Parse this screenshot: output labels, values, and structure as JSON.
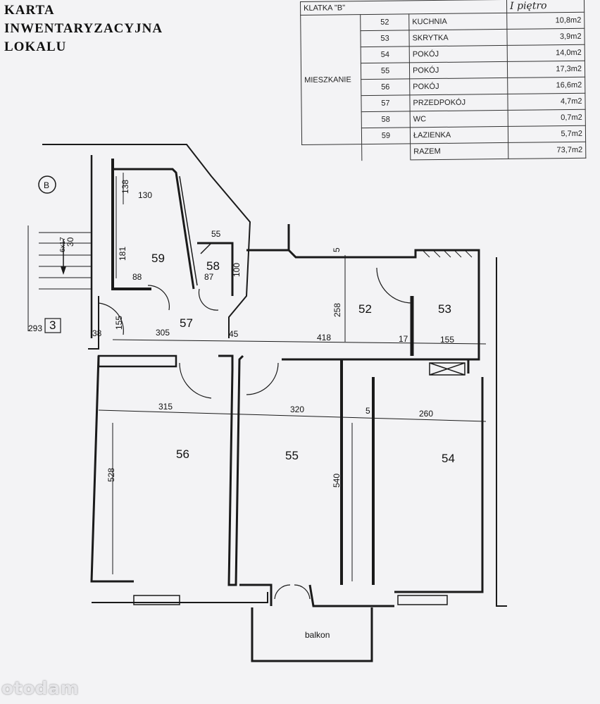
{
  "title": {
    "line1": "KARTA",
    "line2": "INWENTARYZACYJNA",
    "line3": "LOKALU"
  },
  "table": {
    "header": "KLATKA \"B\"",
    "floor_note": "I piętro",
    "section_label": "MIESZKANIE",
    "rows": [
      {
        "num": "52",
        "name": "KUCHNIA",
        "area": "10,8m2"
      },
      {
        "num": "53",
        "name": "SKRYTKA",
        "area": "3,9m2"
      },
      {
        "num": "54",
        "name": "POKÓJ",
        "area": "14,0m2"
      },
      {
        "num": "55",
        "name": "POKÓJ",
        "area": "17,3m2"
      },
      {
        "num": "56",
        "name": "POKÓJ",
        "area": "16,6m2"
      },
      {
        "num": "57",
        "name": "PRZEDPOKÓJ",
        "area": "4,7m2"
      },
      {
        "num": "58",
        "name": "WC",
        "area": "0,7m2"
      },
      {
        "num": "59",
        "name": "ŁAZIENKA",
        "area": "5,7m2"
      }
    ],
    "total_label": "RAZEM",
    "total_area": "73,7m2"
  },
  "plan": {
    "stair_label": "B",
    "entrance_number": "3",
    "rooms": {
      "r52": "52",
      "r53": "53",
      "r54": "54",
      "r55": "55",
      "r56": "56",
      "r57": "57",
      "r58": "58",
      "r59": "59"
    },
    "dims": {
      "d138": "138",
      "d130": "130",
      "d181": "181",
      "d88": "88",
      "d55": "55",
      "d87": "87",
      "d100": "100",
      "d5a": "5",
      "d258": "258",
      "d305": "305",
      "d45": "45",
      "d418": "418",
      "d17": "17",
      "d155": "155",
      "d155b": "155",
      "d38": "38",
      "d293": "293",
      "d315": "315",
      "d320": "320",
      "d5b": "5",
      "d260": "260",
      "d528": "528",
      "d540": "540",
      "d30": "30",
      "d6x17": "6x17"
    },
    "balcony": "balkon"
  },
  "watermark": "otodam"
}
